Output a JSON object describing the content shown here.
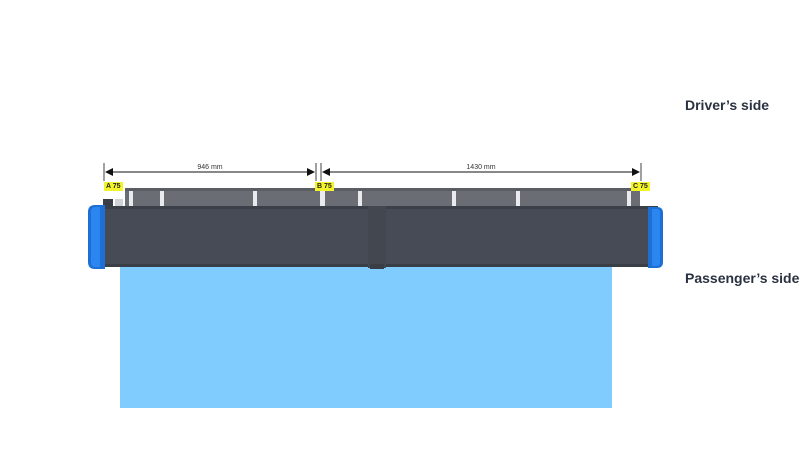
{
  "labels": {
    "driver_side": "Driver’s side",
    "passenger_side": "Passenger’s side"
  },
  "dimensions": {
    "left": "946 mm",
    "right": "1430 mm"
  },
  "tags": {
    "a": "A 75",
    "b": "B 75",
    "c": "C 75"
  },
  "colors": {
    "rack_body": "#474b55",
    "rack_top": "#6a6d73",
    "end_cap": "#1d6fd6",
    "vehicle_area": "#80ccff",
    "tag_bg": "#f3f32a"
  }
}
